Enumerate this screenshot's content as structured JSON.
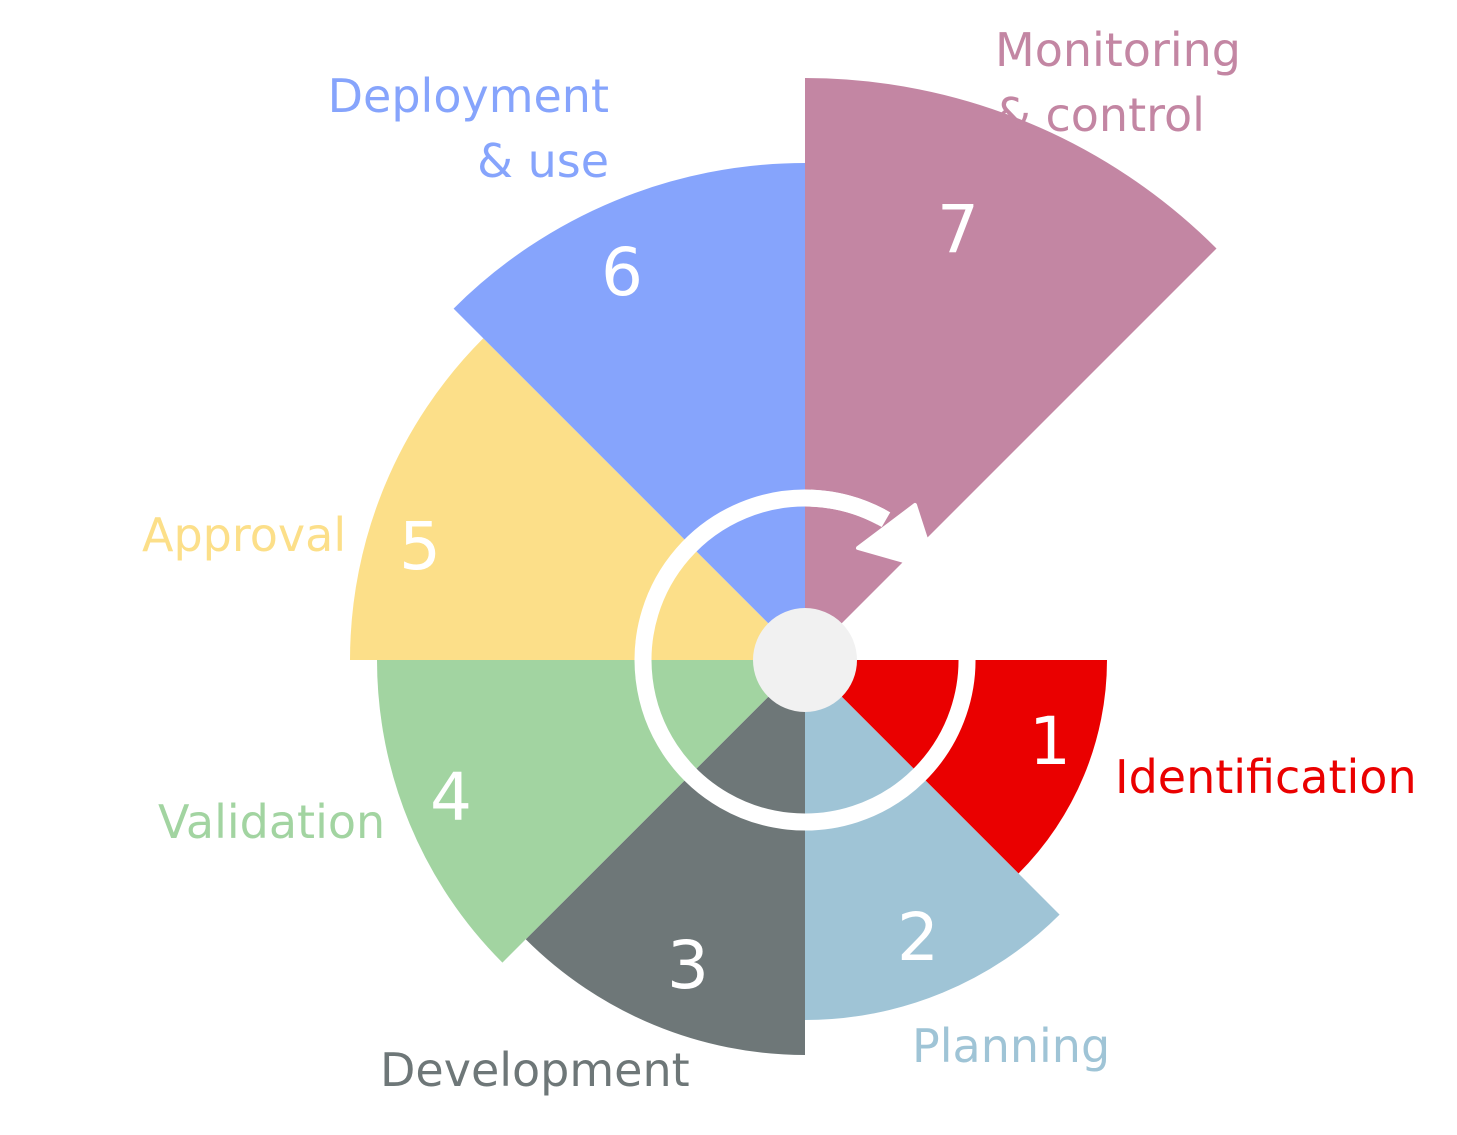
{
  "colors": {
    "identification": "#ea0000",
    "planning": "#9fc4d6",
    "development": "#6e7778",
    "validation": "#a2d4a1",
    "approval": "#fcdf89",
    "deployment": "#86a4fc",
    "monitoring": "#c386a3",
    "hub": "#f1f1f1",
    "arrow": "#ffffff"
  },
  "stages": [
    {
      "key": "identification",
      "number": "1",
      "label": [
        "Identification"
      ]
    },
    {
      "key": "planning",
      "number": "2",
      "label": [
        "Planning"
      ]
    },
    {
      "key": "development",
      "number": "3",
      "label": [
        "Development"
      ]
    },
    {
      "key": "validation",
      "number": "4",
      "label": [
        "Validation"
      ]
    },
    {
      "key": "approval",
      "number": "5",
      "label": [
        "Approval"
      ]
    },
    {
      "key": "deployment",
      "number": "6",
      "label": [
        "Deployment",
        "& use"
      ]
    },
    {
      "key": "monitoring",
      "number": "7",
      "label": [
        "Monitoring",
        "& control"
      ]
    }
  ]
}
